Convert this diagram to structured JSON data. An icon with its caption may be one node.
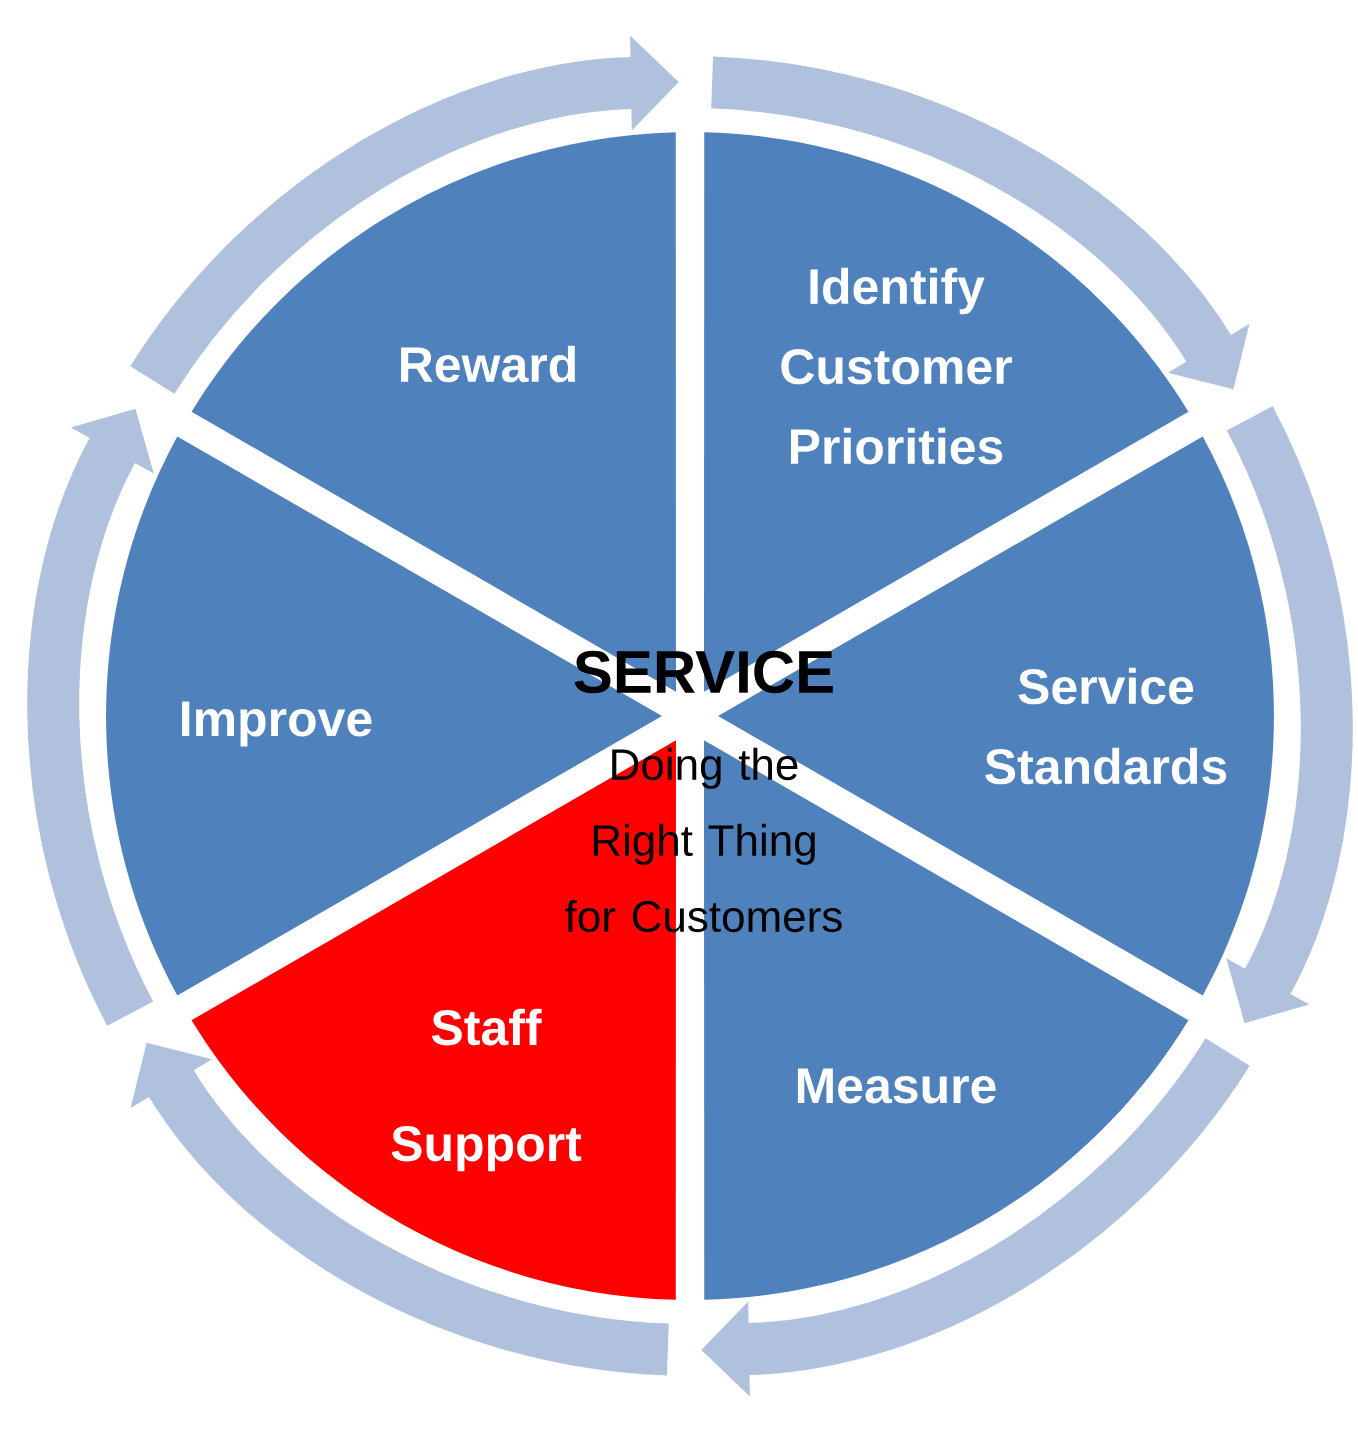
{
  "diagram": {
    "nodes": [
      {
        "text": [
          "Identify Customer Priorities"
        ]
      },
      {
        "text": [
          "Service Standards"
        ]
      },
      {
        "text": [
          "Measure"
        ]
      },
      {
        "text": [
          "Staff Support"
        ]
      },
      {
        "text": [
          "Improve"
        ]
      },
      {
        "text": [
          "Reward"
        ]
      }
    ],
    "labels": [
      "SERVICE",
      "Doing the Right Thing for Customers"
    ]
  }
}
